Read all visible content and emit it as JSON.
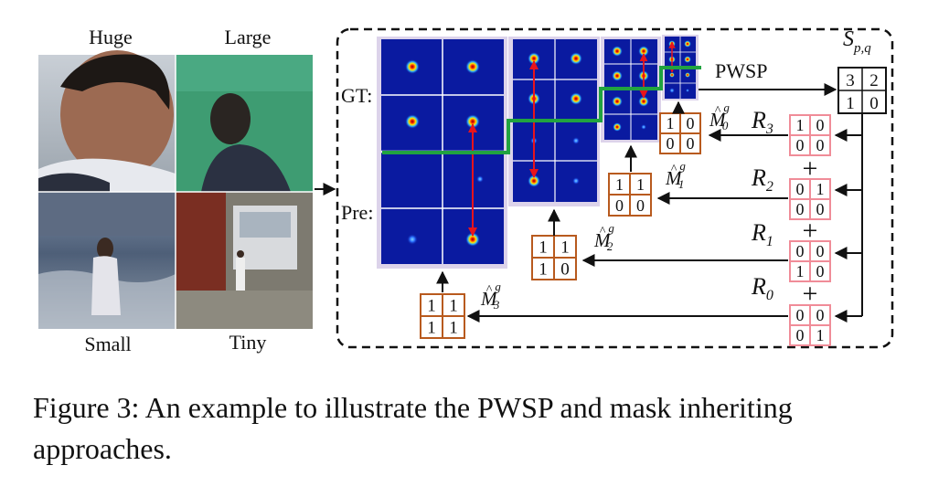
{
  "photos": {
    "huge": "Huge",
    "large": "Large",
    "small": "Small",
    "tiny": "Tiny"
  },
  "rows": {
    "gt": "GT:",
    "pre": "Pre:"
  },
  "pwsp_label": "PWSP",
  "s_label": {
    "main": "S",
    "sub": "p,q"
  },
  "s_matrix": [
    "3",
    "2",
    "1",
    "0"
  ],
  "r_labels": [
    {
      "main": "R",
      "sub": "3"
    },
    {
      "main": "R",
      "sub": "2"
    },
    {
      "main": "R",
      "sub": "1"
    },
    {
      "main": "R",
      "sub": "0"
    }
  ],
  "r_matrices": [
    [
      "1",
      "0",
      "0",
      "0"
    ],
    [
      "0",
      "1",
      "0",
      "0"
    ],
    [
      "0",
      "0",
      "1",
      "0"
    ],
    [
      "0",
      "0",
      "0",
      "1"
    ]
  ],
  "plus_sign": "+",
  "m_labels": [
    {
      "main": "M",
      "hat": "^",
      "sup": "g",
      "sub": "0"
    },
    {
      "main": "M",
      "hat": "^",
      "sup": "g",
      "sub": "1"
    },
    {
      "main": "M",
      "hat": "^",
      "sup": "g",
      "sub": "2"
    },
    {
      "main": "M",
      "hat": "^",
      "sup": "g",
      "sub": "3"
    }
  ],
  "m_matrices": [
    [
      "1",
      "0",
      "0",
      "0"
    ],
    [
      "1",
      "1",
      "0",
      "0"
    ],
    [
      "1",
      "1",
      "1",
      "0"
    ],
    [
      "1",
      "1",
      "1",
      "1"
    ]
  ],
  "colors": {
    "panel_bg": "#dcd3ea",
    "heatmap": "#0a1aa0",
    "green_line": "#21a340",
    "red_arrow": "#e8141c",
    "m_box": "#b85a1e",
    "r_box": "#f08c98"
  },
  "caption": "Figure 3: An example to illustrate the PWSP and mask inheriting approaches."
}
